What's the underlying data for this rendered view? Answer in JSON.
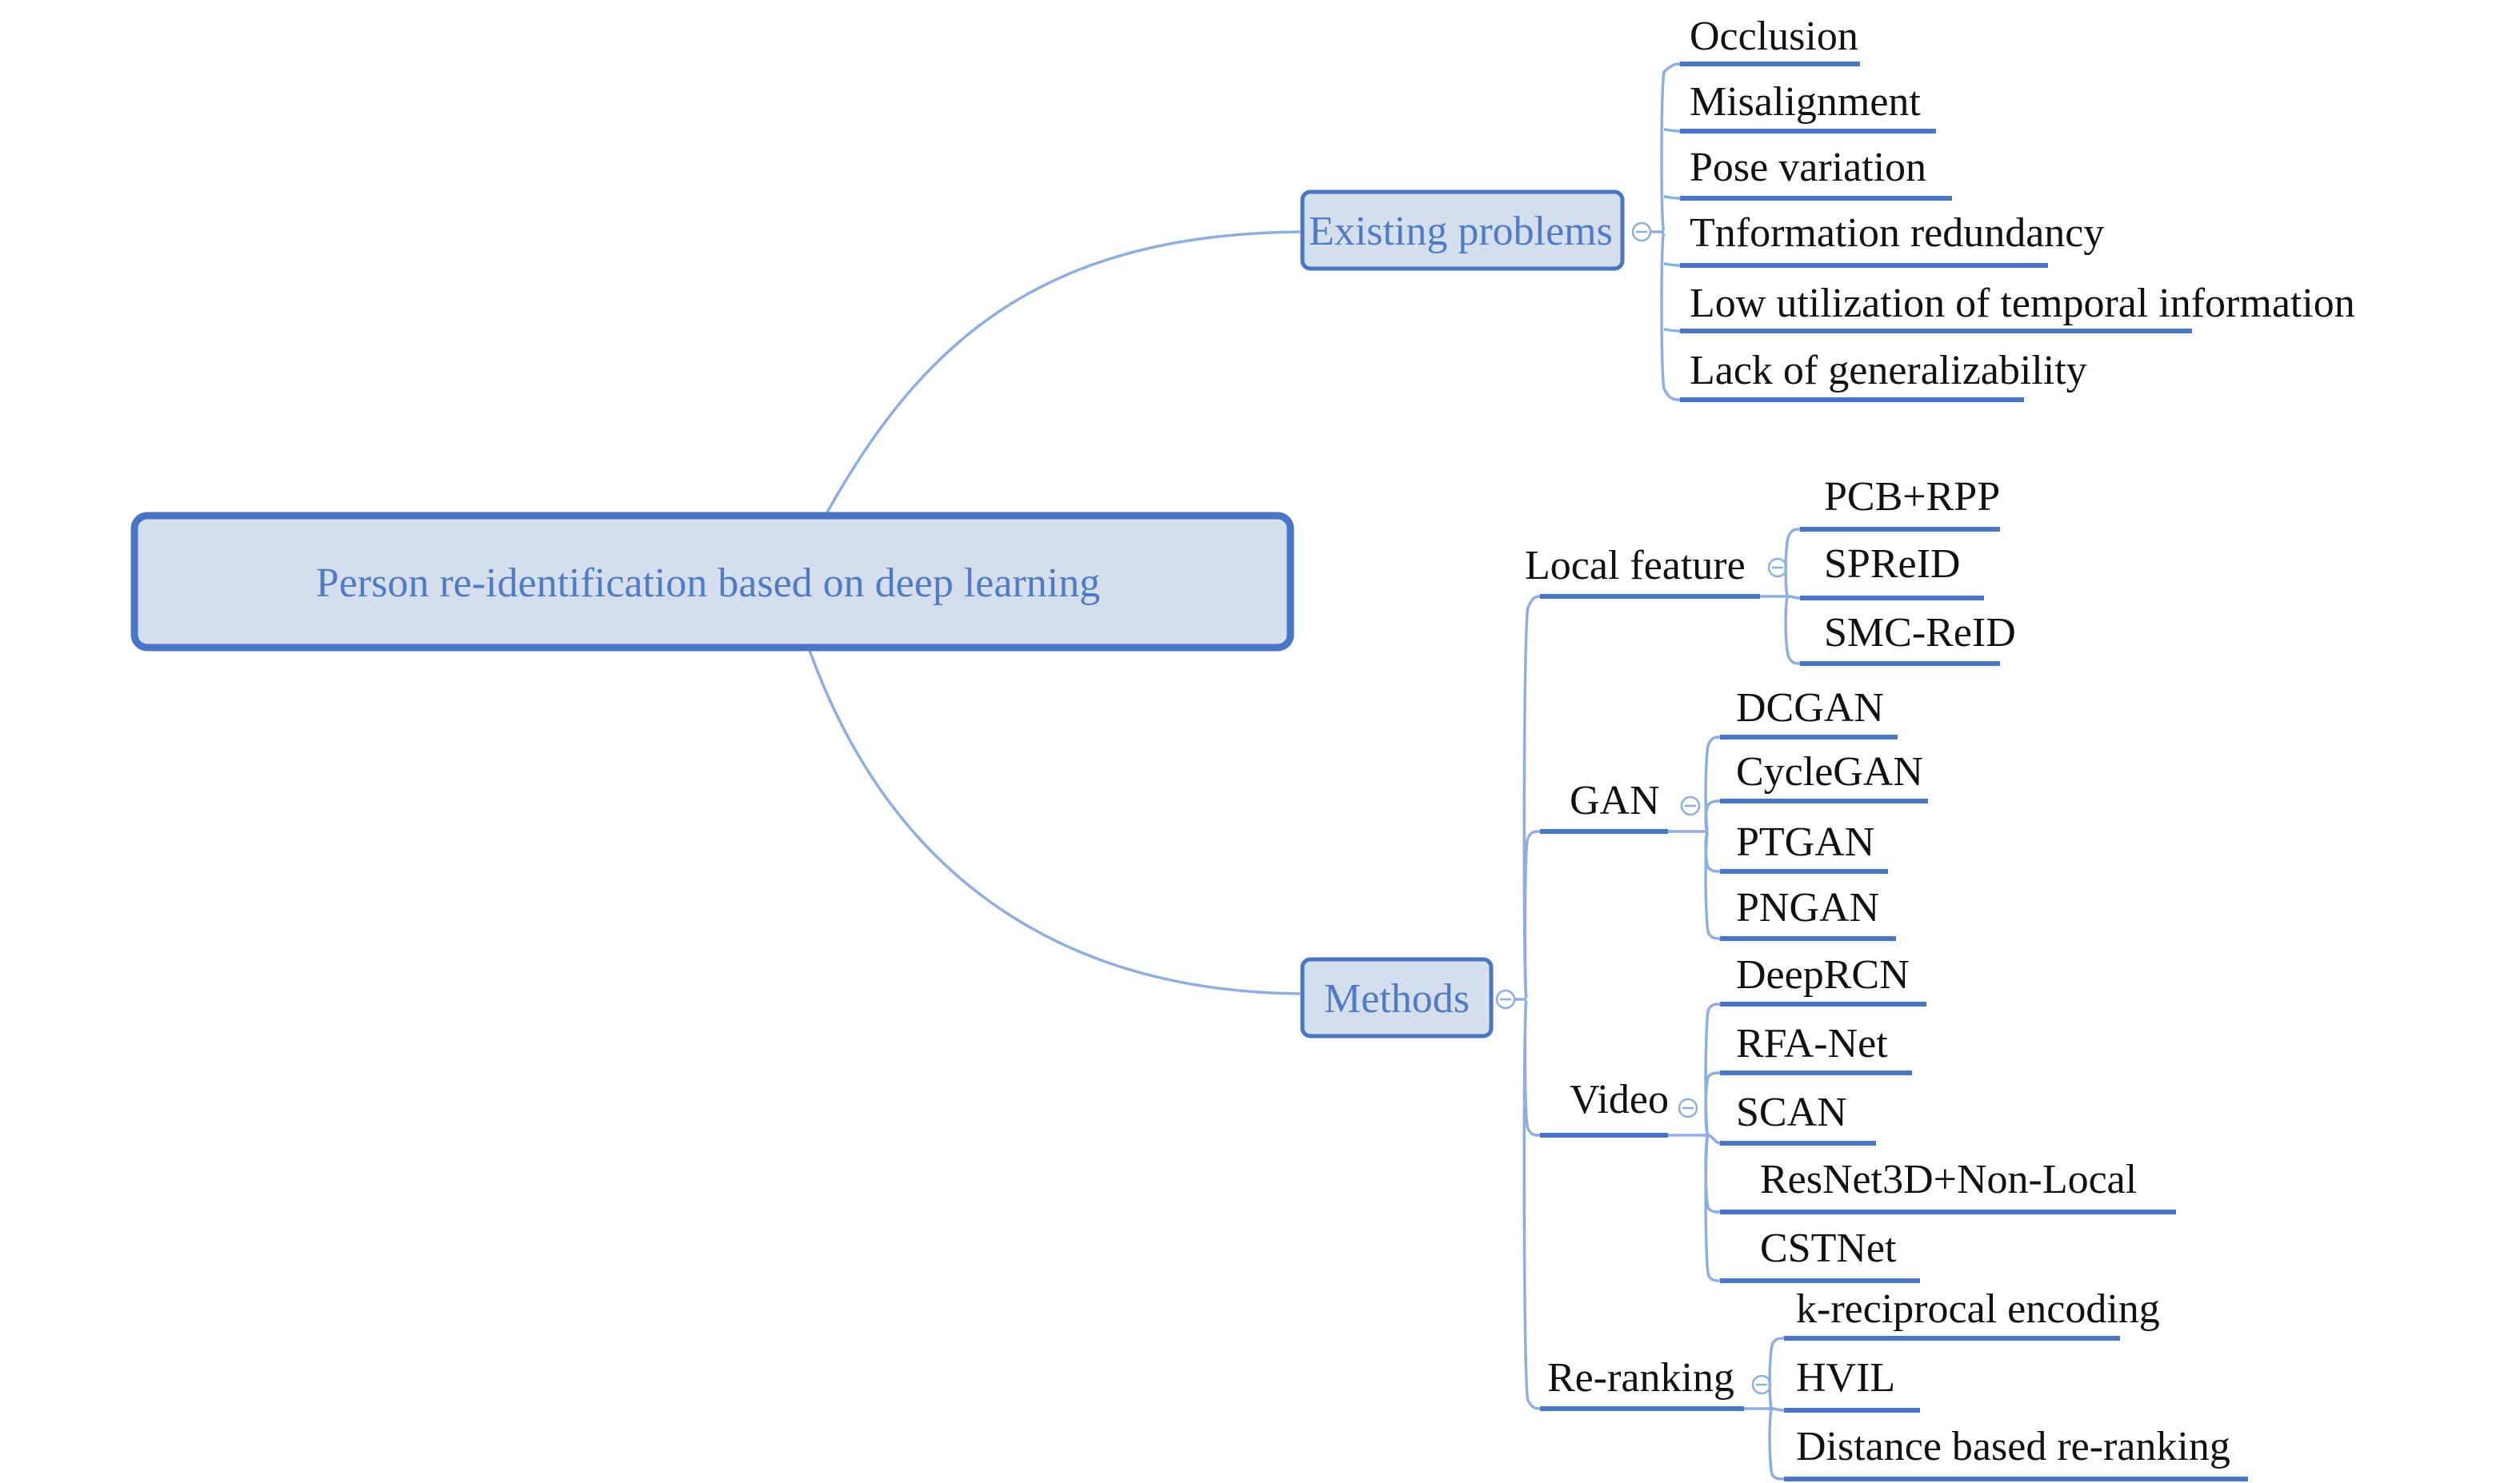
{
  "root": {
    "label": "Person re-identification based on deep learning"
  },
  "existing_problems": {
    "label": "Existing problems",
    "items": [
      "Occlusion",
      "Misalignment",
      "Pose variation",
      "Tnformation redundancy",
      "Low utilization of temporal information",
      "Lack of generalizability"
    ]
  },
  "methods": {
    "label": "Methods",
    "groups": [
      {
        "label": "Local feature",
        "items": [
          "PCB+RPP",
          "SPReID",
          "SMC-ReID"
        ]
      },
      {
        "label": "GAN",
        "items": [
          "DCGAN",
          "CycleGAN",
          "PTGAN",
          "PNGAN"
        ]
      },
      {
        "label": "Video",
        "items": [
          "DeepRCN",
          "RFA-Net",
          "SCAN",
          "ResNet3D+Non-Local",
          "CSTNet"
        ]
      },
      {
        "label": "Re-ranking",
        "items": [
          "k-reciprocal encoding",
          "HVIL",
          "Distance based re-ranking"
        ]
      }
    ]
  },
  "colors": {
    "node_fill": "#d4deec",
    "node_border": "#4a74c4",
    "label_blue": "#4f7cc4",
    "connector": "#8eaee0",
    "underline": "#4a74c4",
    "text": "#111111"
  },
  "icons": {
    "collapse": "collapse-minus-icon"
  }
}
